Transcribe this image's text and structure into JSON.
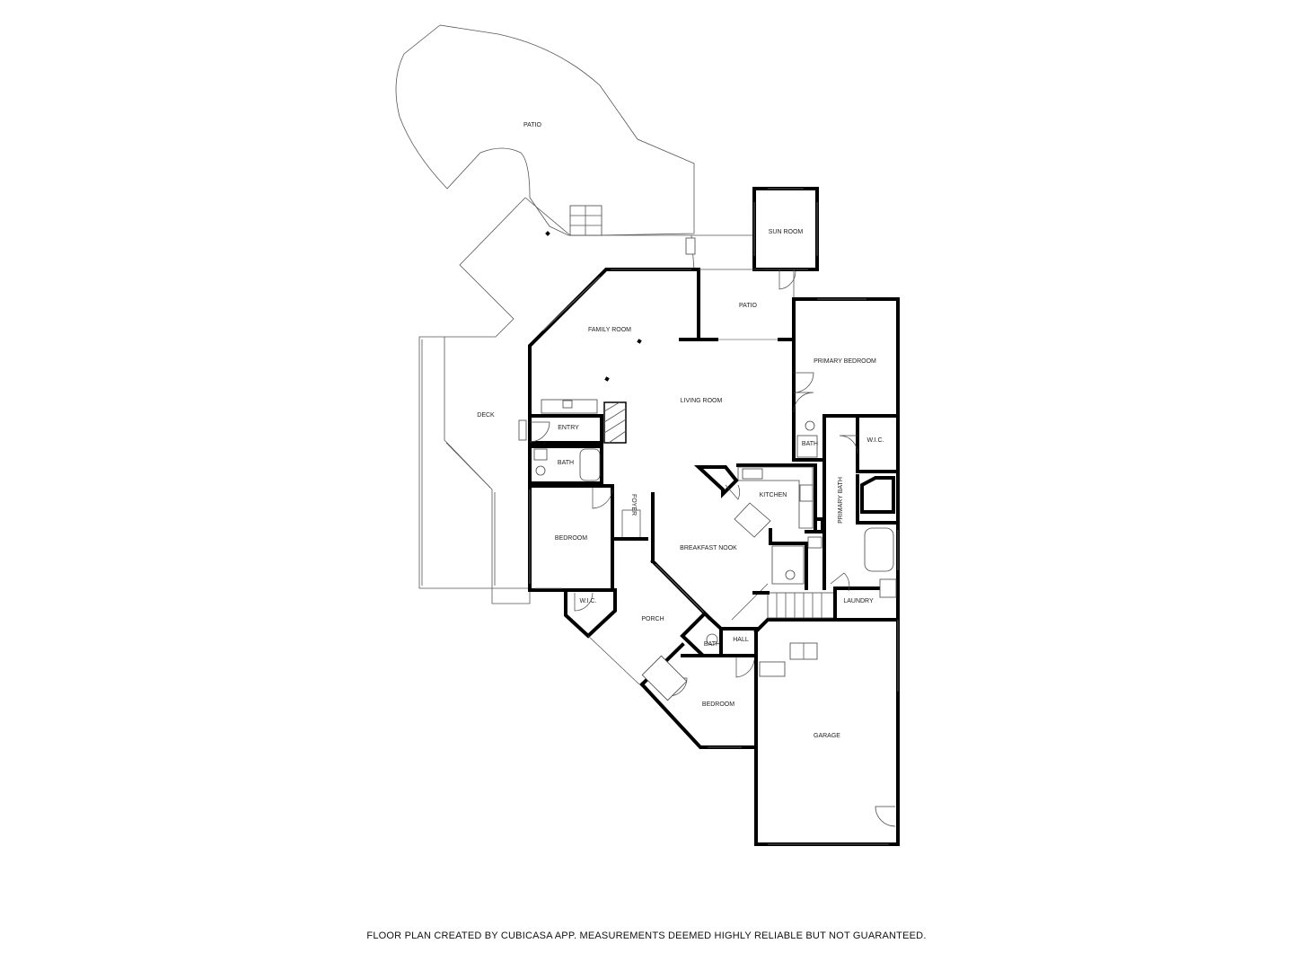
{
  "rooms": {
    "patio_top": "PATIO",
    "sun_room": "SUN ROOM",
    "patio": "PATIO",
    "family_room": "FAMILY ROOM",
    "living_room": "LIVING ROOM",
    "primary_bedroom": "PRIMARY BEDROOM",
    "deck": "DECK",
    "entry": "ENTRY",
    "bath_left": "BATH",
    "bath_primary_small": "BATH",
    "wic_primary": "W.I.C.",
    "kitchen": "KITCHEN",
    "primary_bath": "PRIMARY BATH",
    "foyer": "FOYER",
    "bedroom_left": "BEDROOM",
    "breakfast_nook": "BREAKFAST NOOK",
    "wic_left": "W.I.C.",
    "laundry": "LAUNDRY",
    "porch": "PORCH",
    "hall": "HALL",
    "bath_bottom": "BATH",
    "bedroom_bottom": "BEDROOM",
    "garage": "GARAGE"
  },
  "footer": {
    "disclaimer": "FLOOR PLAN CREATED BY CUBICASA APP. MEASUREMENTS DEEMED HIGHLY RELIABLE BUT NOT GUARANTEED."
  }
}
